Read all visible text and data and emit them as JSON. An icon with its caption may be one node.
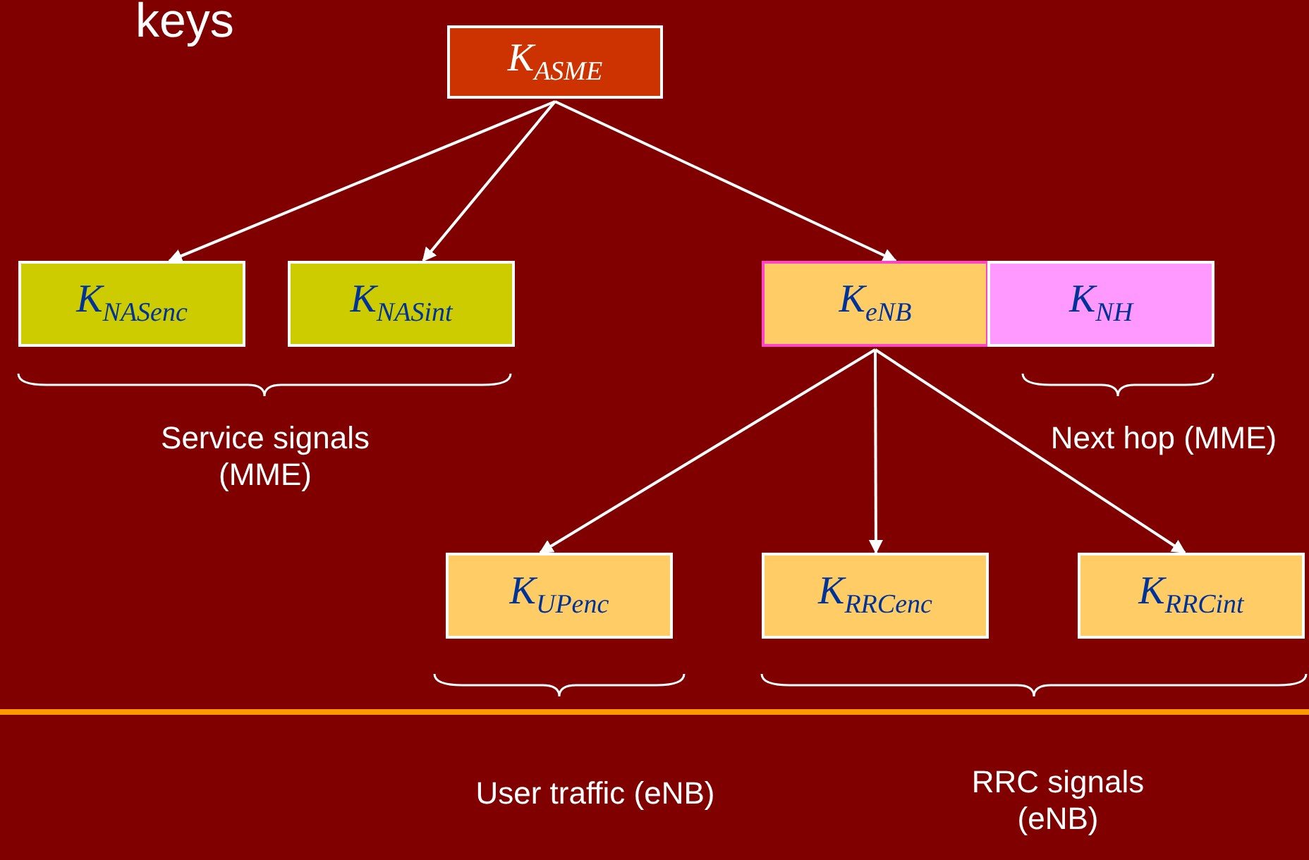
{
  "diagram": {
    "title": "keys",
    "nodes": [
      {
        "text": [
          "K$_{ASME}$"
        ]
      },
      {
        "text": [
          "K$_{NASenc}$"
        ]
      },
      {
        "text": [
          "K$_{NASint}$"
        ]
      },
      {
        "text": [
          "K$_{eNB}$"
        ]
      },
      {
        "text": [
          "K$_{NH}$"
        ]
      },
      {
        "text": [
          "K$_{UPenc}$"
        ]
      },
      {
        "text": [
          "K$_{RRCenc}$"
        ]
      },
      {
        "text": [
          "K$_{RRCint}$"
        ]
      }
    ],
    "edges": [
      {
        "from": 0,
        "to": 1,
        "arrow": "to"
      },
      {
        "from": 0,
        "to": 2,
        "arrow": "to"
      },
      {
        "from": 0,
        "to": 3,
        "arrow": "to"
      },
      {
        "from": 3,
        "to": 5,
        "arrow": "to"
      },
      {
        "from": 3,
        "to": 6,
        "arrow": "to"
      },
      {
        "from": 3,
        "to": 7,
        "arrow": "to"
      }
    ],
    "labels": [
      "Service signals (MME)",
      "Next hop (MME)",
      "User traffic (eNB)",
      "RRC signals (eNB)"
    ]
  }
}
